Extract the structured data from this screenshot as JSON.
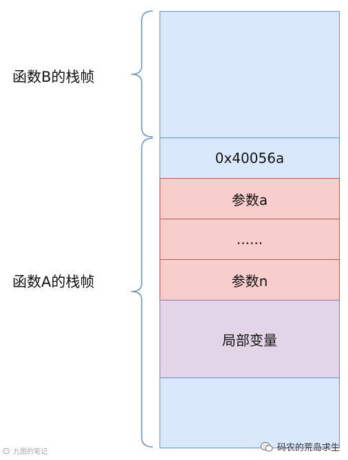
{
  "labels": {
    "frame_b": "函数B的栈帧",
    "frame_a": "函数A的栈帧"
  },
  "blocks": {
    "return_address": "0x40056a",
    "param_a": "参数a",
    "ellipsis": "......",
    "param_n": "参数n",
    "locals": "局部变量"
  },
  "footer": {
    "left_watermark": "九图的笔记",
    "right_watermark": "码农的荒岛求生"
  },
  "icons": {
    "left_watermark_icon": "wechat-icon",
    "right_watermark_icon": "wechat-icon"
  },
  "colors": {
    "blue_fill": "#dae8fc",
    "blue_stroke": "#6c8ebf",
    "red_fill": "#f8cecc",
    "red_stroke": "#b85450",
    "purple_fill": "#e1d5e7",
    "purple_stroke": "#9673a6",
    "brace_stroke": "#6c8ebf"
  }
}
